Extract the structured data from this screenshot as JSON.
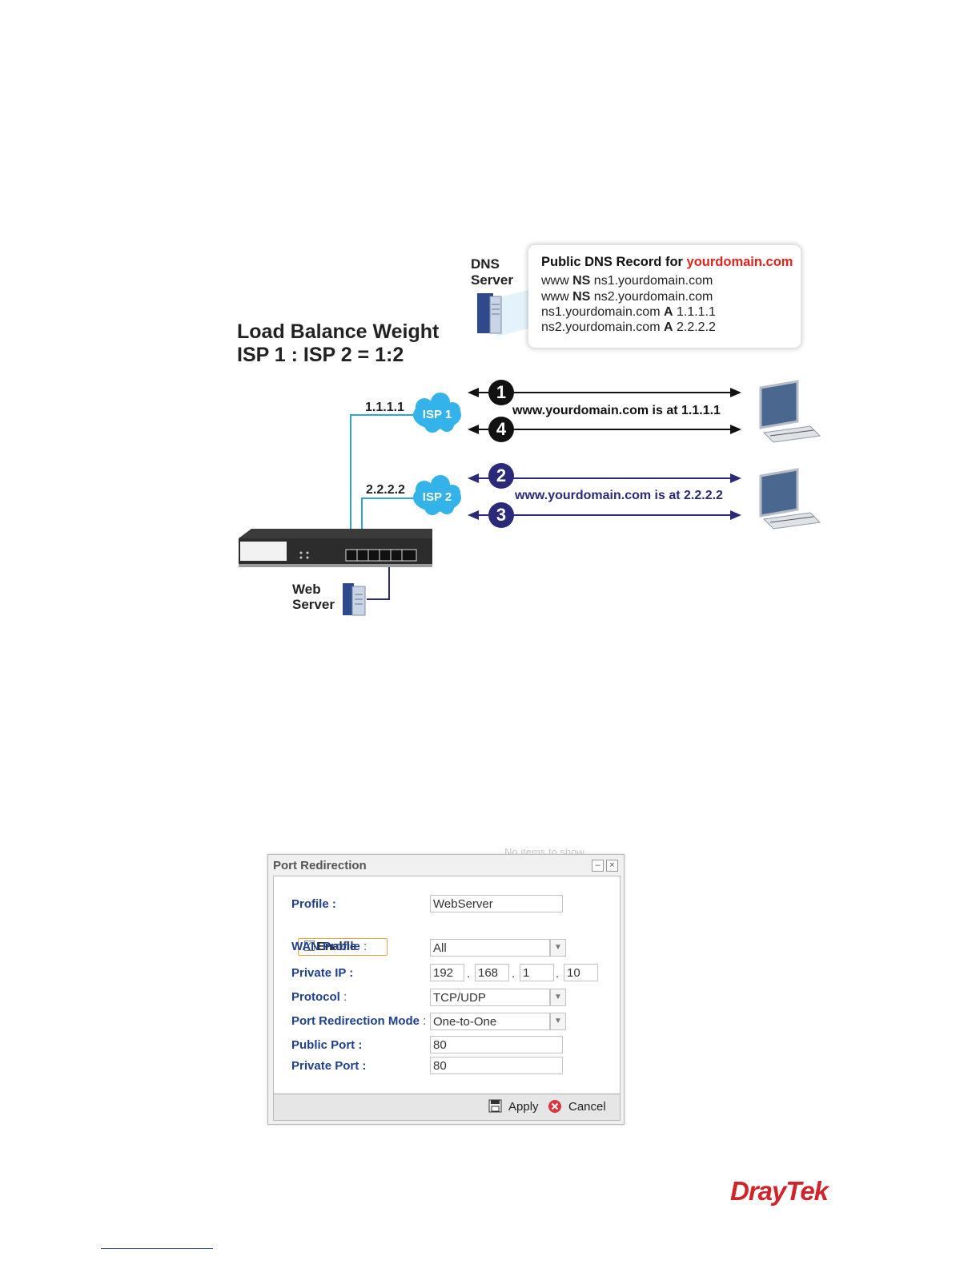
{
  "diagram": {
    "dns_server_label": [
      "DNS",
      "Server"
    ],
    "dns_record": {
      "title_prefix": "Public DNS Record for ",
      "title_domain": "yourdomain.com",
      "lines": [
        {
          "pre": "www ",
          "bold": "NS",
          "post": " ns1.yourdomain.com"
        },
        {
          "pre": "www ",
          "bold": "NS",
          "post": " ns2.yourdomain.com"
        },
        {
          "pre": "ns1.yourdomain.com ",
          "bold": "A",
          "post": " 1.1.1.1"
        },
        {
          "pre": "ns2.yourdomain.com ",
          "bold": "A",
          "post": " 2.2.2.2"
        }
      ]
    },
    "load_balance": [
      "Load Balance Weight",
      "ISP 1 : ISP 2 = 1:2"
    ],
    "isp1": {
      "ip": "1.1.1.1",
      "label": "ISP 1",
      "message": "www.yourdomain.com is at 1.1.1.1",
      "steps": [
        "1",
        "4"
      ]
    },
    "isp2": {
      "ip": "2.2.2.2",
      "label": "ISP 2",
      "message": "www.yourdomain.com is at 2.2.2.2",
      "steps": [
        "2",
        "3"
      ]
    },
    "web_server_label": [
      "Web",
      "Server"
    ],
    "colors": {
      "isp1_line": "#111111",
      "isp2_line": "#2b2a7a",
      "cable": "#2aa6e0",
      "cloud": "#33b3ea",
      "domain_red": "#e2231a"
    }
  },
  "faint_text": "No items to show",
  "dialog": {
    "title": "Port Redirection",
    "minimize_icon": "–",
    "close_icon": "×",
    "profile_label": "Profile :",
    "profile_value": "WebServer",
    "enable_label": "Enable",
    "enable_checked": true,
    "wan_profile_label": "WAN Profile",
    "wan_profile_value": "All",
    "private_ip_label": "Private IP :",
    "private_ip": [
      "192",
      "168",
      "1",
      "10"
    ],
    "protocol_label": "Protocol",
    "protocol_value": "TCP/UDP",
    "mode_label": "Port Redirection Mode",
    "mode_value": "One-to-One",
    "public_port_label": "Public Port :",
    "public_port_value": "80",
    "private_port_label": "Private Port :",
    "private_port_value": "80",
    "apply_label": "Apply",
    "cancel_label": "Cancel"
  },
  "brand": {
    "logo": "DrayTek"
  }
}
